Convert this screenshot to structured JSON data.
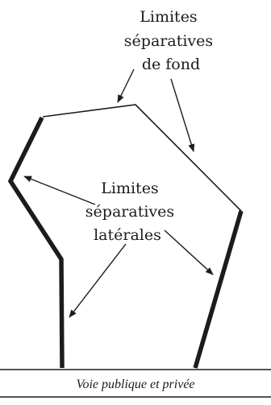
{
  "labels": {
    "rear_limits": [
      "Limites",
      "séparatives",
      "de fond"
    ],
    "side_limits": [
      "Limites",
      "séparatives",
      "latérales"
    ],
    "road": "Voie publique et privée"
  },
  "colors": {
    "background": "#ffffff",
    "ink": "#1c1c1c"
  }
}
